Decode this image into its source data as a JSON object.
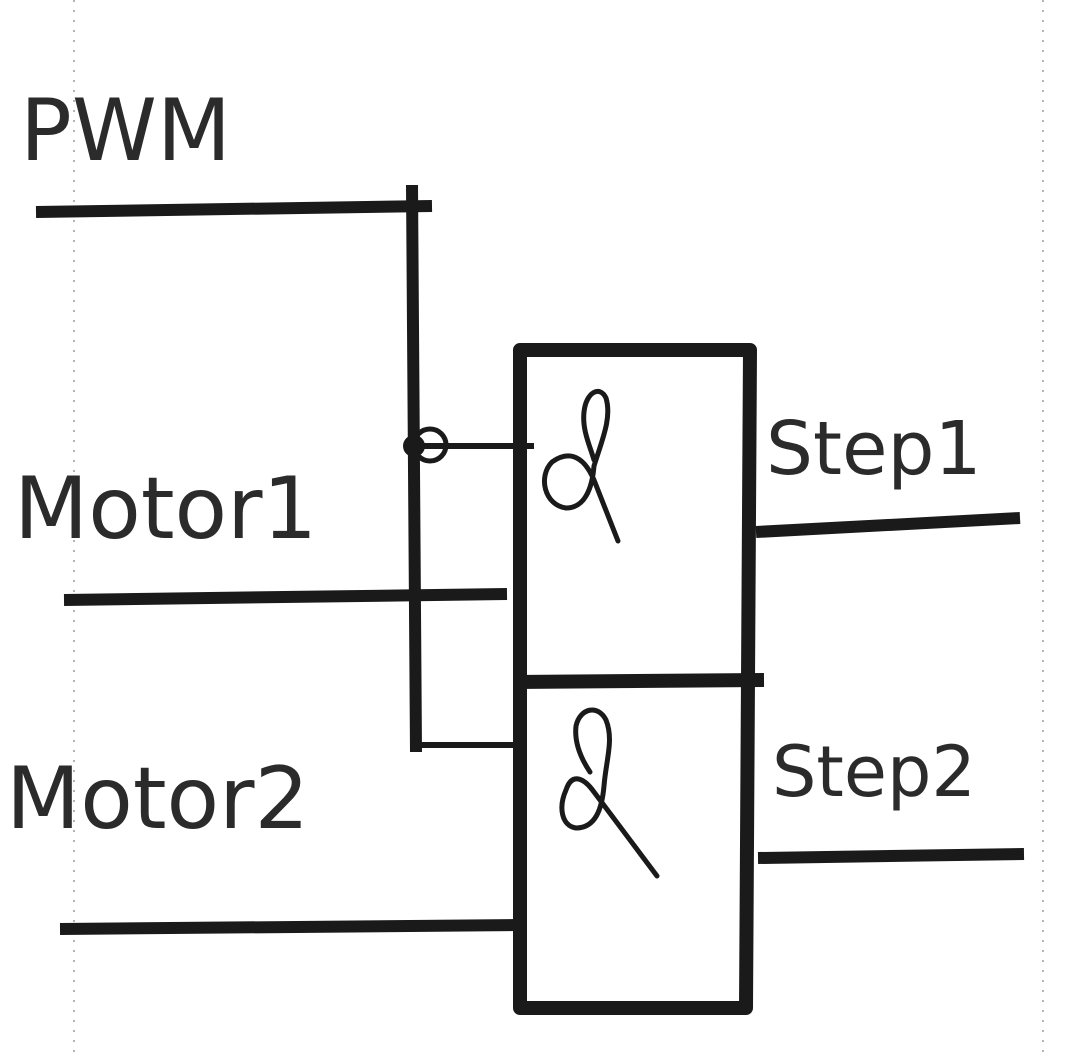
{
  "diagram": {
    "labels": {
      "pwm": "PWM",
      "motor1": "Motor1",
      "motor2": "Motor2",
      "step1": "Step1",
      "step2": "Step2"
    },
    "gates": [
      {
        "id": "gate-1",
        "symbol": "&"
      },
      {
        "id": "gate-2",
        "symbol": "&"
      }
    ],
    "colors": {
      "ink": "#1a1a1a",
      "text": "#2b2b2b",
      "background": "#ffffff",
      "guide": "#b5b5b5"
    }
  }
}
